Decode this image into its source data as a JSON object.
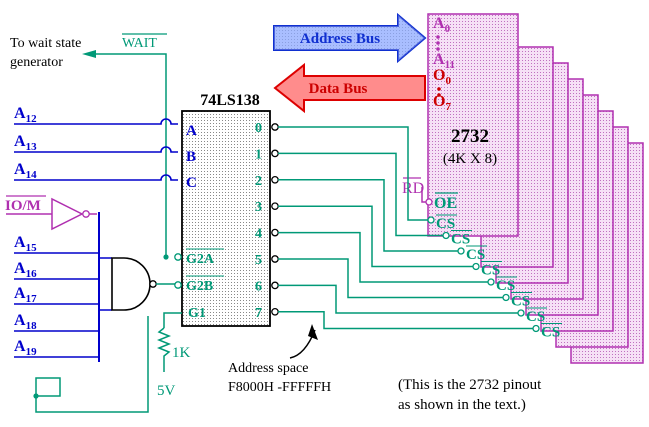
{
  "colors": {
    "address_line": "#0000cc",
    "cs_line": "#009977",
    "chip_outline": "#b030b0",
    "chip_fill": "#f3d8f3",
    "address_bus": "#1030d0",
    "address_bus_fill": "#8ca8ff",
    "data_bus": "#dd0000",
    "data_bus_fill": "#ff8c8c",
    "text": "#000000"
  },
  "wait": {
    "line1": "To wait state",
    "line2": "generator",
    "signal": "WAIT"
  },
  "inputs": {
    "a12": {
      "base": "A",
      "sub": "12"
    },
    "a13": {
      "base": "A",
      "sub": "13"
    },
    "a14": {
      "base": "A",
      "sub": "14"
    },
    "a15": {
      "base": "A",
      "sub": "15"
    },
    "a16": {
      "base": "A",
      "sub": "16"
    },
    "a17": {
      "base": "A",
      "sub": "17"
    },
    "a18": {
      "base": "A",
      "sub": "18"
    },
    "a19": {
      "base": "A",
      "sub": "19"
    },
    "io_m": "IO/M"
  },
  "decoder": {
    "name": "74LS138",
    "pin_a": "A",
    "pin_b": "B",
    "pin_c": "C",
    "pin_g2a": "G2A",
    "pin_g2b": "G2B",
    "pin_g1": "G1",
    "outputs": [
      "0",
      "1",
      "2",
      "3",
      "4",
      "5",
      "6",
      "7"
    ]
  },
  "resistor": {
    "value": "1K",
    "supply": "5V"
  },
  "address_space": {
    "line1": "Address   space",
    "line2": "F8000H -FFFFFH"
  },
  "buses": {
    "address": "Address   Bus",
    "data": "Data  Bus"
  },
  "eprom": {
    "part": "2732",
    "size": "(4K X 8)",
    "pin_a0": {
      "base": "A",
      "sub": "0"
    },
    "pin_a11": {
      "base": "A",
      "sub": "11"
    },
    "pin_o0": {
      "base": "O",
      "sub": "0"
    },
    "pin_o7": {
      "base": "O",
      "sub": "7"
    },
    "rd": "RD",
    "oe": "OE",
    "cs": [
      "CS",
      "CS",
      "CS",
      "CS",
      "CS",
      "CS",
      "CS",
      "CS"
    ]
  },
  "note": {
    "line1": "(This is the 2732 pinout",
    "line2": "as shown in the text.)"
  }
}
